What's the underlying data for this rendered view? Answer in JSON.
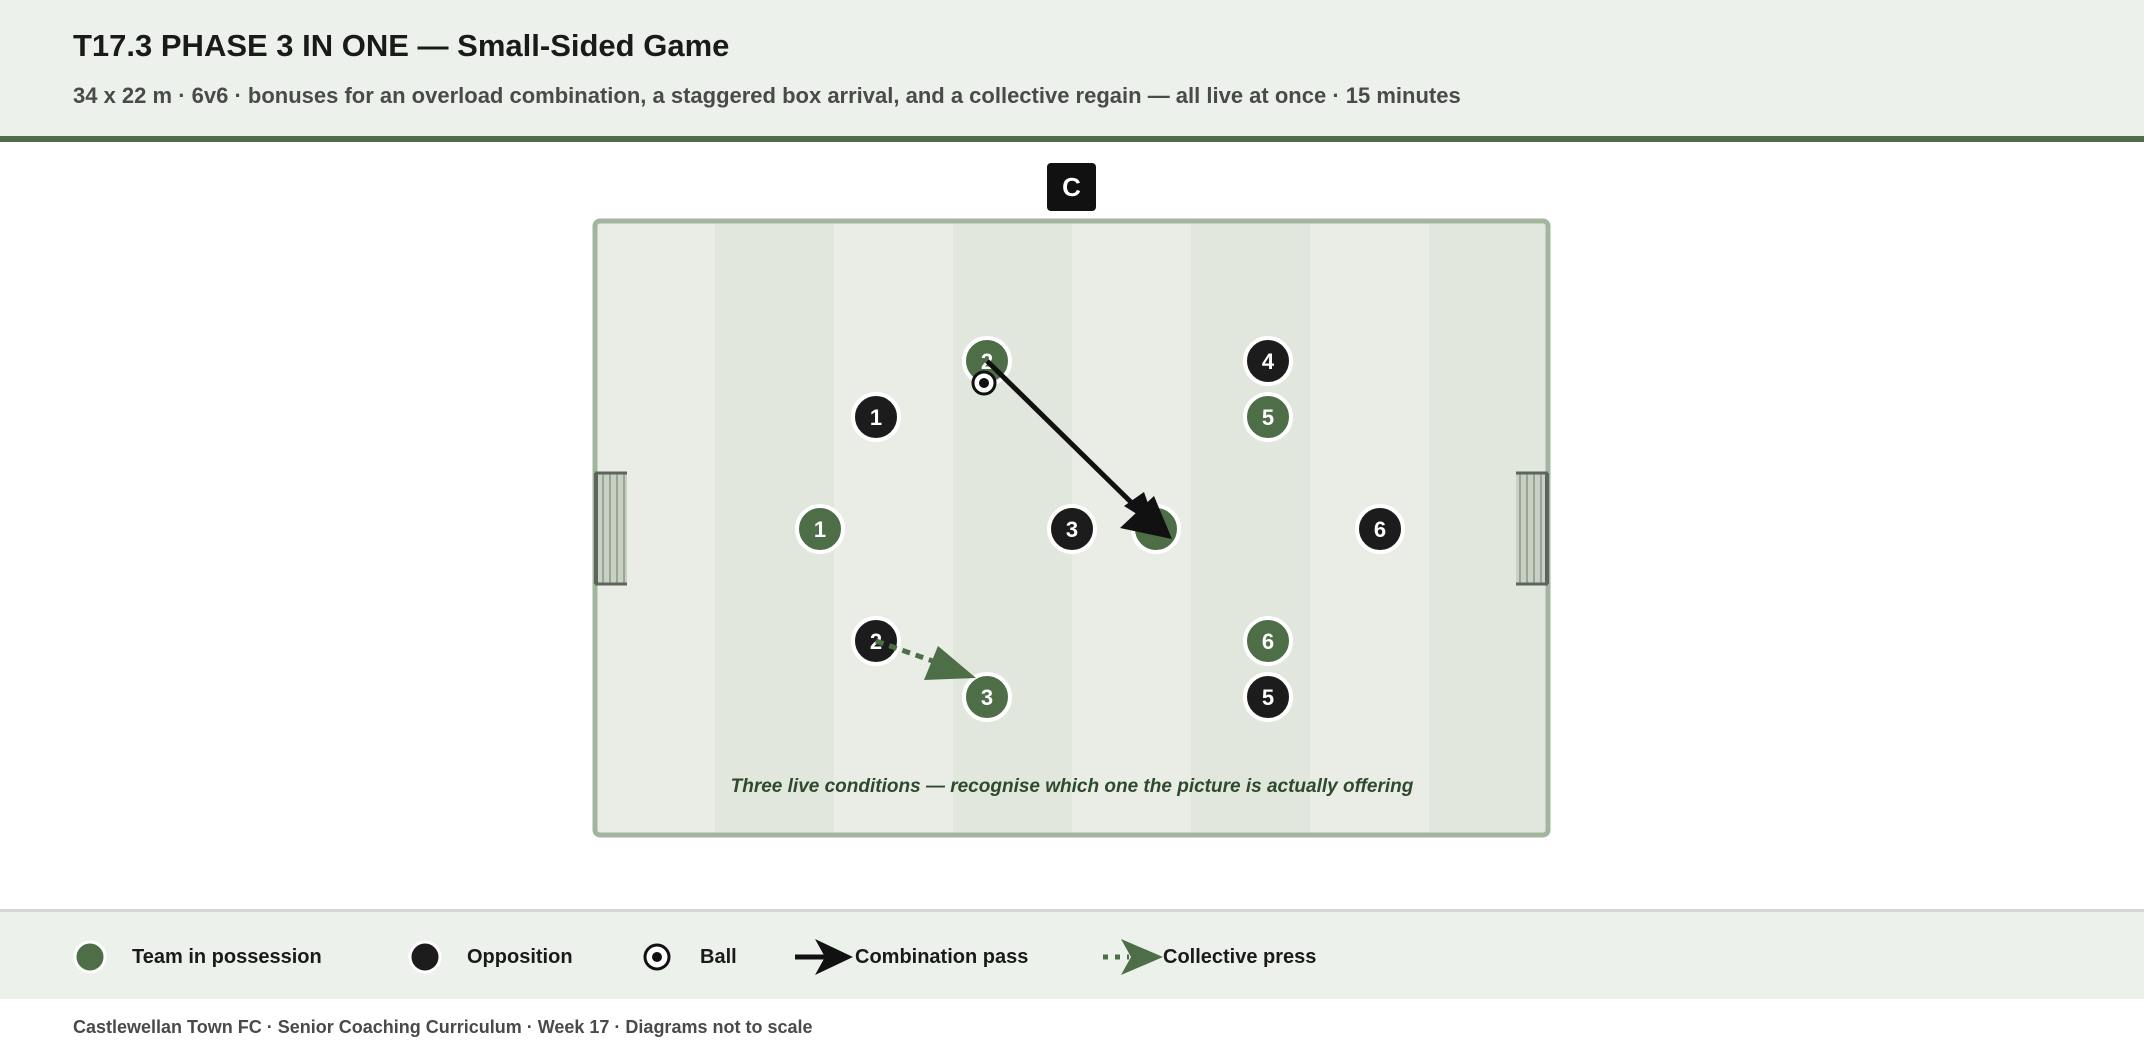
{
  "header": {
    "title": "T17.3 PHASE 3 IN ONE — Small-Sided Game",
    "subtitle": "34 x 22 m · 6v6 · bonuses for an overload combination, a staggered box arrival, and a collective regain — all live at once · 15 minutes"
  },
  "diagram": {
    "coach_label": "C",
    "note": "Three live conditions — recognise which one the picture is actually offering",
    "team_players": [
      "2",
      "5",
      "1",
      "6",
      "3",
      ""
    ],
    "opposition_players": [
      "4",
      "1",
      "3",
      "6",
      "2",
      "5"
    ]
  },
  "legend": {
    "team": "Team in possession",
    "opposition": "Opposition",
    "ball": "Ball",
    "pass": "Combination pass",
    "press": "Collective press"
  },
  "footer": "Castlewellan Town FC · Senior Coaching Curriculum · Week 17 · Diagrams not to scale",
  "colors": {
    "team": "#4d6e47",
    "opposition": "#1c1c1c",
    "pitch": "#e9ede6",
    "pitch_stripe": "#e1e7dd",
    "pitch_line": "#a3b59e",
    "header_rule": "#4d6e47"
  }
}
